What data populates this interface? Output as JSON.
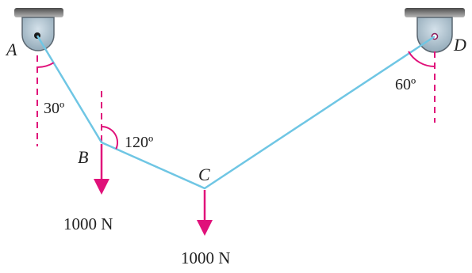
{
  "points": {
    "a": "A",
    "b": "B",
    "c": "C",
    "d": "D"
  },
  "angles": {
    "at_a": "30º",
    "at_b": "120º",
    "at_d": "60º"
  },
  "loads": {
    "at_b": "1000 N",
    "at_c": "1000 N"
  },
  "colors": {
    "cable": "#6fc6e4",
    "force": "#e0117a",
    "support_fill": "#a9bfcc",
    "support_stroke": "#5a6670",
    "ceiling": "#777777"
  }
}
